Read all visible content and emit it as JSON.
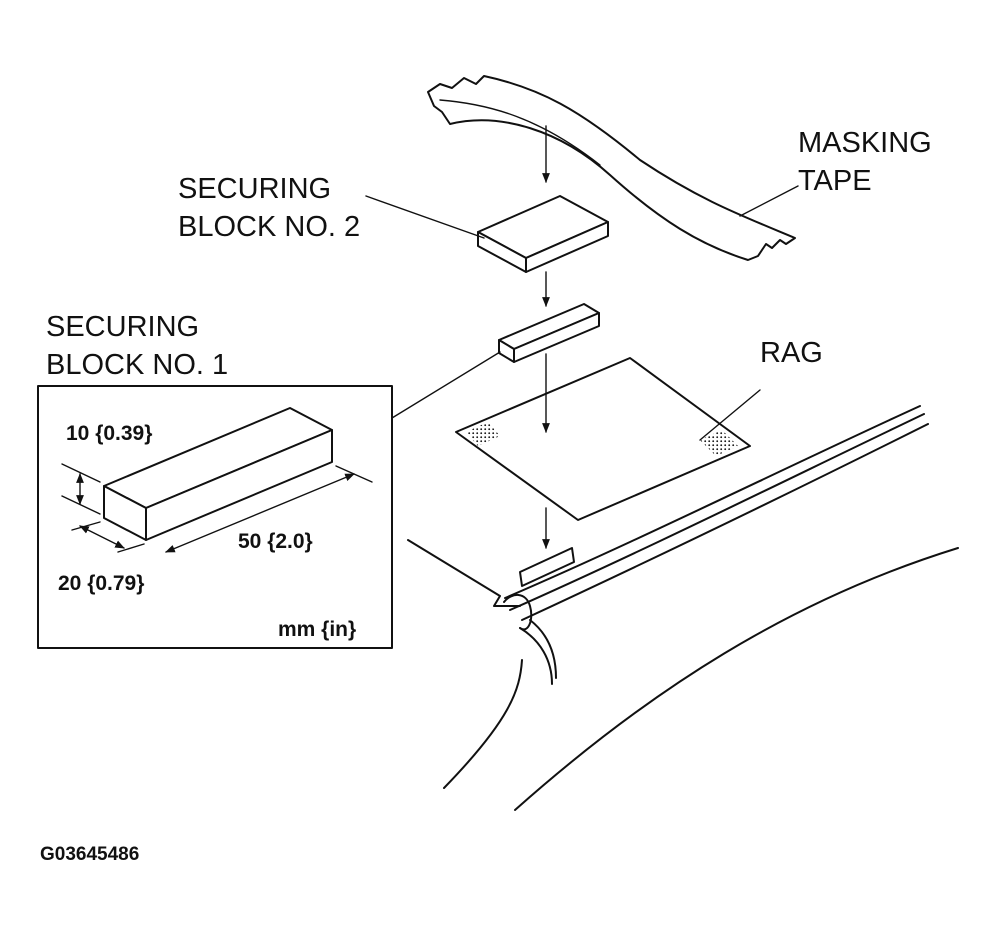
{
  "labels": {
    "masking_tape_line1": "MASKING",
    "masking_tape_line2": "TAPE",
    "block2_line1": "SECURING",
    "block2_line2": "BLOCK NO. 2",
    "block1_line1": "SECURING",
    "block1_line2": "BLOCK NO. 1",
    "rag": "RAG"
  },
  "dimensions": {
    "height": "10 {0.39}",
    "width": "20 {0.79}",
    "length": "50 {2.0}",
    "unit": "mm {in}"
  },
  "figure_code": "G03645486"
}
